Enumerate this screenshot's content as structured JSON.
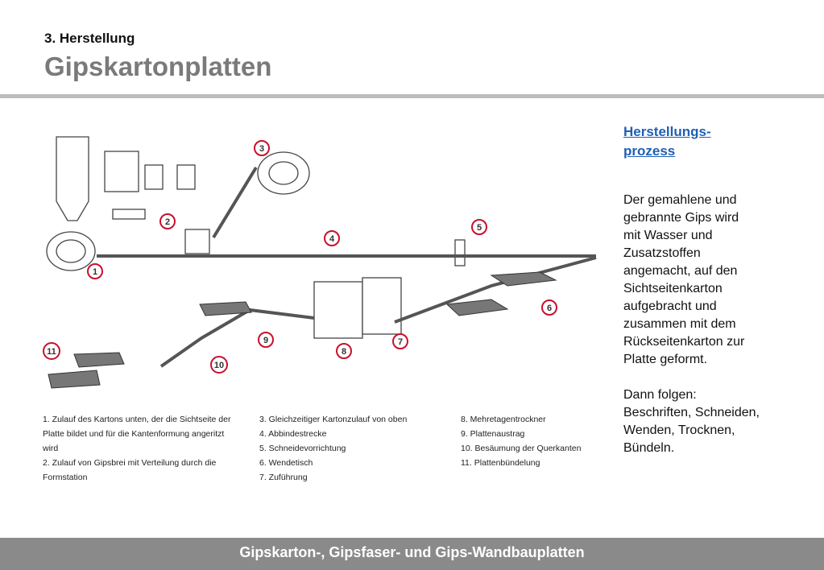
{
  "header": {
    "section_label": "3. Herstellung",
    "title": "Gipskartonplatten"
  },
  "diagram": {
    "callouts": [
      "1",
      "2",
      "3",
      "4",
      "5",
      "6",
      "7",
      "8",
      "9",
      "10",
      "11"
    ],
    "accent_color": "#c8102e",
    "legend": {
      "col1": [
        "1. Zulauf des Kartons unten, der die Sichtseite der",
        "Platte bildet und für die Kantenformung angeritzt",
        "wird",
        "2. Zulauf von Gipsbrei mit Verteilung durch die",
        "Formstation"
      ],
      "col2": [
        "3. Gleichzeitiger Kartonzulauf von oben",
        "4. Abbindestrecke",
        "5. Schneidevorrichtung",
        "6. Wendetisch",
        "7. Zuführung"
      ],
      "col3": [
        "8. Mehretagentrockner",
        "9. Plattenaustrag",
        "10. Besäumung der Querkanten",
        "11. Plattenbündelung"
      ]
    }
  },
  "sidebar": {
    "heading_line1": "Herstellungs-",
    "heading_line2": "prozess",
    "para1_lines": [
      "Der gemahlene und",
      "gebrannte Gips wird",
      "mit Wasser und",
      "Zusatzstoffen",
      "angemacht, auf den",
      "Sichtseitenkarton",
      "aufgebracht und",
      "zusammen mit dem",
      "Rückseitenkarton zur",
      "Platte geformt."
    ],
    "para2_lines": [
      "Dann folgen:",
      "Beschriften, Schneiden,",
      "Wenden, Trocknen,",
      "Bündeln."
    ]
  },
  "footer": {
    "text": "Gipskarton-, Gipsfaser- und Gips-Wandbauplatten"
  }
}
